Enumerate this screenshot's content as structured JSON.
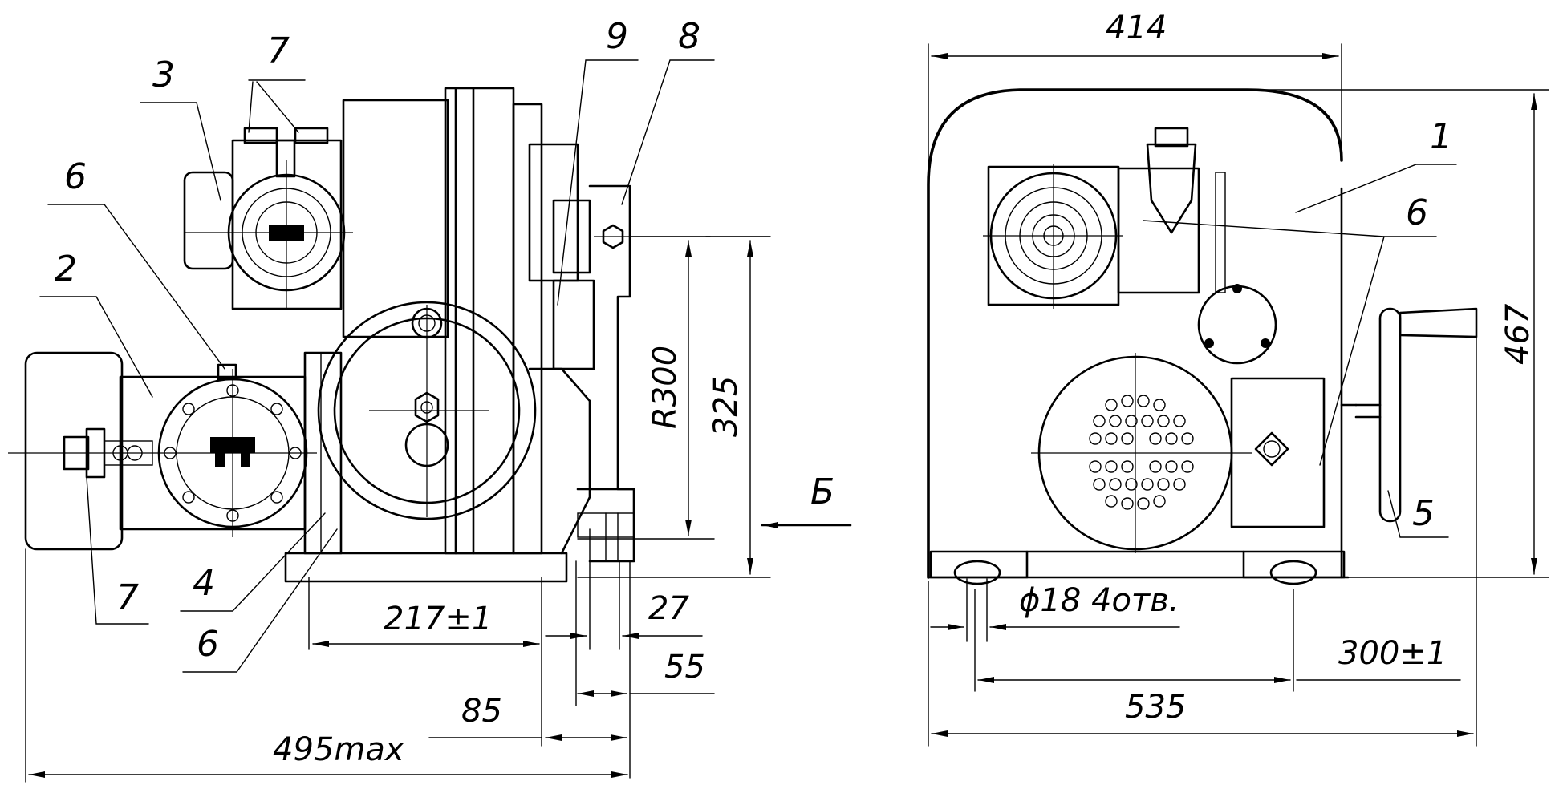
{
  "labels": {
    "l1": "1",
    "l2": "2",
    "l3": "3",
    "l4": "4",
    "l5": "5",
    "l6a": "6",
    "l6b": "6",
    "l6c": "6",
    "l7a": "7",
    "l7b": "7",
    "l8": "8",
    "l9": "9",
    "view_b": "Б"
  },
  "dimensions": {
    "d414": "414",
    "d467": "467",
    "r300": "R300",
    "d325": "325",
    "d217": "217±1",
    "d27": "27",
    "d55": "55",
    "d85": "85",
    "d495": "495max",
    "d535": "535",
    "d300": "300±1",
    "holes": "ϕ18 4отв."
  }
}
